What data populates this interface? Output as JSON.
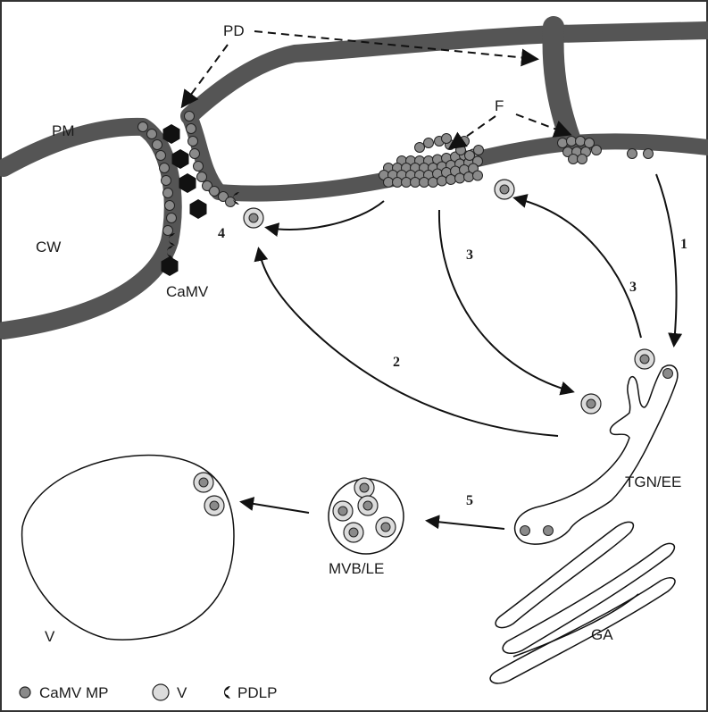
{
  "labels": {
    "pd": "PD",
    "f": "F",
    "pm": "PM",
    "cw": "CW",
    "camv": "CaMV",
    "tgn_ee": "TGN/EE",
    "mvb_le": "MVB/LE",
    "v": "V",
    "ga": "GA"
  },
  "arrow_numbers": {
    "one": "1",
    "two": "2",
    "three_a": "3",
    "three_b": "3",
    "four": "4",
    "five": "5"
  },
  "legend": {
    "camv_mp": "CaMV MP",
    "vesicle": "V",
    "pdlp": "PDLP"
  },
  "colors": {
    "wall": "#555555",
    "mp_dot": "#8a8a8a",
    "vesicle_fill": "#dcdcdc",
    "virion": "#111111",
    "ink": "#111111"
  }
}
